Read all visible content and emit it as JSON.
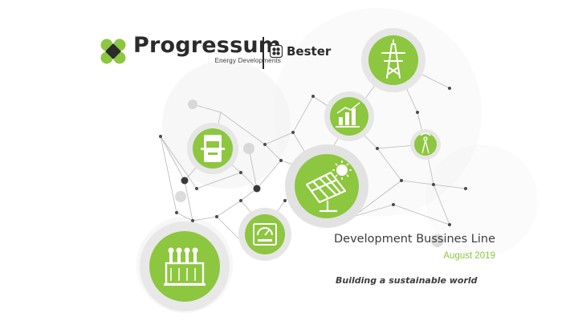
{
  "logo": {
    "brand_name": "Progressum",
    "brand_tagline": "Energy Developments",
    "partner_name": "Bester"
  },
  "content": {
    "title": "Development Bussines Line",
    "date": "August 2019",
    "tagline": "Building a sustainable world"
  },
  "colors": {
    "accent_green": "#8dc63f",
    "dark_text": "#2b2b2b",
    "circle_grey": "#ececec"
  },
  "icons": [
    "power-tower-icon",
    "bar-chart-icon",
    "radio-tower-icon",
    "control-panel-icon",
    "solar-panel-icon",
    "gauge-icon",
    "transformer-icon"
  ]
}
